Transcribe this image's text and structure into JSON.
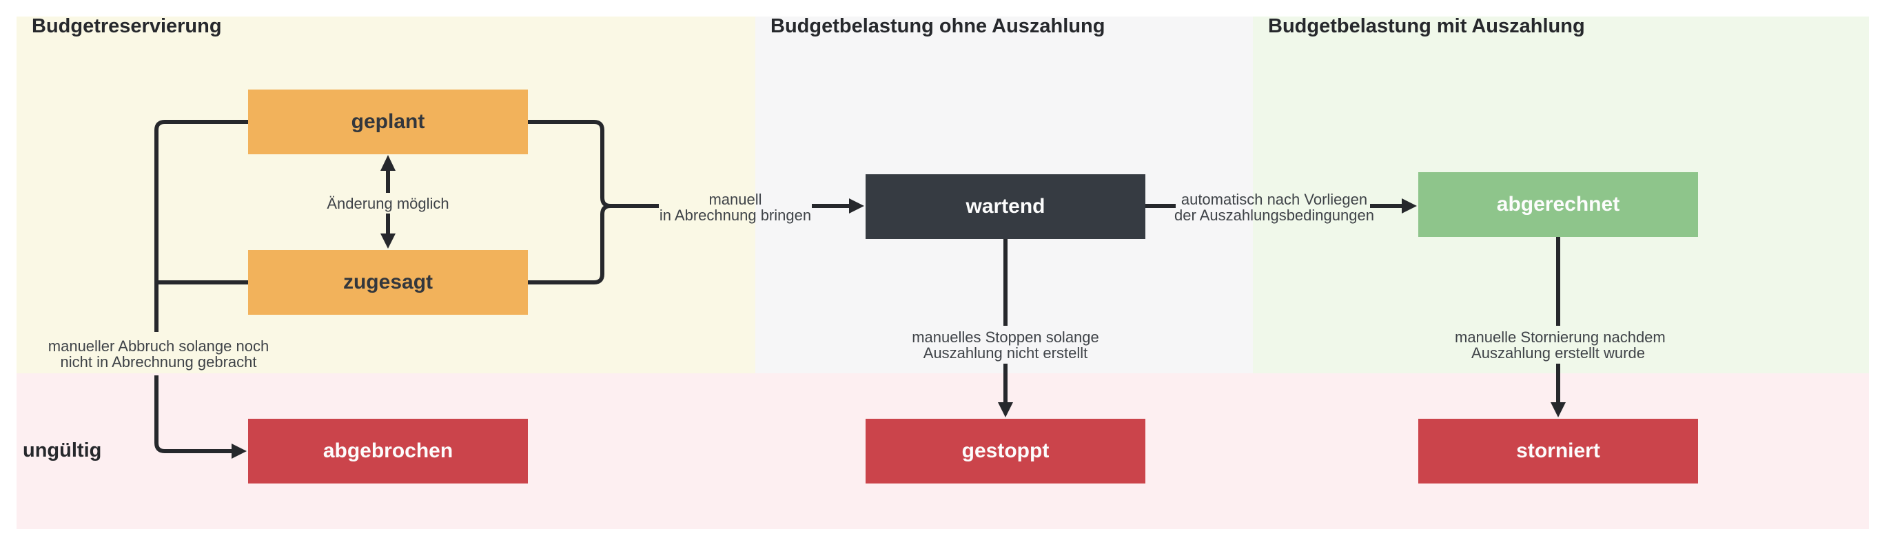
{
  "diagram": {
    "line_color": "#26282c",
    "lanes": [
      {
        "id": "budgetreservierung",
        "title": "Budgetreservierung",
        "bg": "#faf8e5"
      },
      {
        "id": "budgetbelastung-ohne-auszahlung",
        "title": "Budgetbelastung ohne Auszahlung",
        "bg": "#f6f6f7"
      },
      {
        "id": "budgetbelastung-mit-auszahlung",
        "title": "Budgetbelastung mit Auszahlung",
        "bg": "#f0f8ea"
      },
      {
        "id": "ungueltig",
        "title": "ungültig",
        "bg": "#fdeff1"
      }
    ],
    "nodes": [
      {
        "id": "geplant",
        "label": "geplant",
        "color": "#f2b25b",
        "text_color": "#33373d"
      },
      {
        "id": "zugesagt",
        "label": "zugesagt",
        "color": "#f2b25b",
        "text_color": "#33373d"
      },
      {
        "id": "wartend",
        "label": "wartend",
        "color": "#363b42",
        "text_color": "#fcfcfc"
      },
      {
        "id": "abgerechnet",
        "label": "abgerechnet",
        "color": "#8ec58b",
        "text_color": "#fcfcfc"
      },
      {
        "id": "abgebrochen",
        "label": "abgebrochen",
        "color": "#cb444b",
        "text_color": "#fcfcfc"
      },
      {
        "id": "gestoppt",
        "label": "gestoppt",
        "color": "#cb444b",
        "text_color": "#fcfcfc"
      },
      {
        "id": "storniert",
        "label": "storniert",
        "color": "#cb444b",
        "text_color": "#fcfcfc"
      }
    ],
    "edges": [
      {
        "id": "aenderung-moeglich",
        "from": "geplant",
        "to": "zugesagt",
        "bidirectional": true,
        "label_lines": [
          "Änderung möglich",
          ""
        ]
      },
      {
        "id": "in-abrechnung-bringen",
        "from": "geplant|zugesagt",
        "to": "wartend",
        "bidirectional": false,
        "label_lines": [
          "manuell",
          "in Abrechnung bringen"
        ]
      },
      {
        "id": "automatisch-nach-vorliegen",
        "from": "wartend",
        "to": "abgerechnet",
        "bidirectional": false,
        "label_lines": [
          "automatisch nach Vorliegen",
          "der Auszahlungsbedingungen"
        ]
      },
      {
        "id": "manueller-abbruch",
        "from": "geplant|zugesagt",
        "to": "abgebrochen",
        "bidirectional": false,
        "label_lines": [
          "manueller Abbruch solange noch",
          "nicht in Abrechnung gebracht"
        ]
      },
      {
        "id": "manuelles-stoppen",
        "from": "wartend",
        "to": "gestoppt",
        "bidirectional": false,
        "label_lines": [
          "manuelles Stoppen solange",
          "Auszahlung nicht erstellt"
        ]
      },
      {
        "id": "manuelle-stornierung",
        "from": "abgerechnet",
        "to": "storniert",
        "bidirectional": false,
        "label_lines": [
          "manuelle Stornierung nachdem",
          "Auszahlung erstellt wurde"
        ]
      }
    ]
  }
}
